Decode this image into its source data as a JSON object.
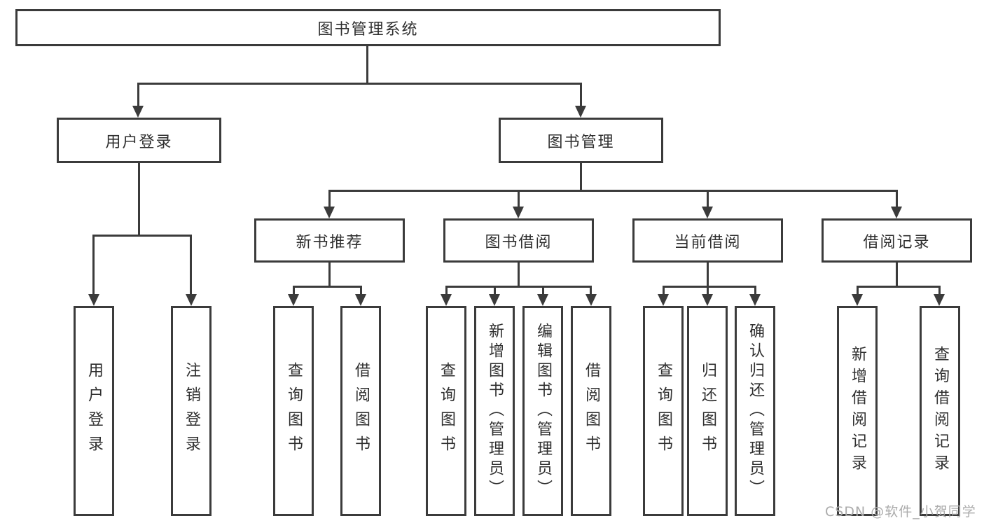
{
  "diagram": {
    "title": "图书管理系统",
    "nodes": {
      "root": "图书管理系统",
      "user_login": "用户登录",
      "book_management": "图书管理",
      "new_book_recommend": "新书推荐",
      "book_borrowing": "图书借阅",
      "current_borrowing": "当前借阅",
      "borrowing_records": "借阅记录"
    },
    "leaves": {
      "ul_login": "用户登录",
      "ul_logout": "注销登录",
      "nr_query_books": "查询图书",
      "nr_borrow_books": "借阅图书",
      "bb_query_books": "查询图书",
      "bb_add_books": "新增图书（管理员）",
      "bb_edit_books": "编辑图书（管理员）",
      "bb_borrow_books": "借阅图书",
      "cb_query_books": "查询图书",
      "cb_return_books": "归还图书",
      "cb_confirm_return": "确认归还（管理员）",
      "br_add_record": "新增借阅记录",
      "br_query_record": "查询借阅记录"
    },
    "colors": {
      "line": "#3b3b3b",
      "box_border": "#3b3b3b",
      "text": "#2f2f2f",
      "watermark": "#ababab",
      "background": "#ffffff"
    }
  },
  "watermark": {
    "text": "CSDN @软件_小贺同学"
  }
}
